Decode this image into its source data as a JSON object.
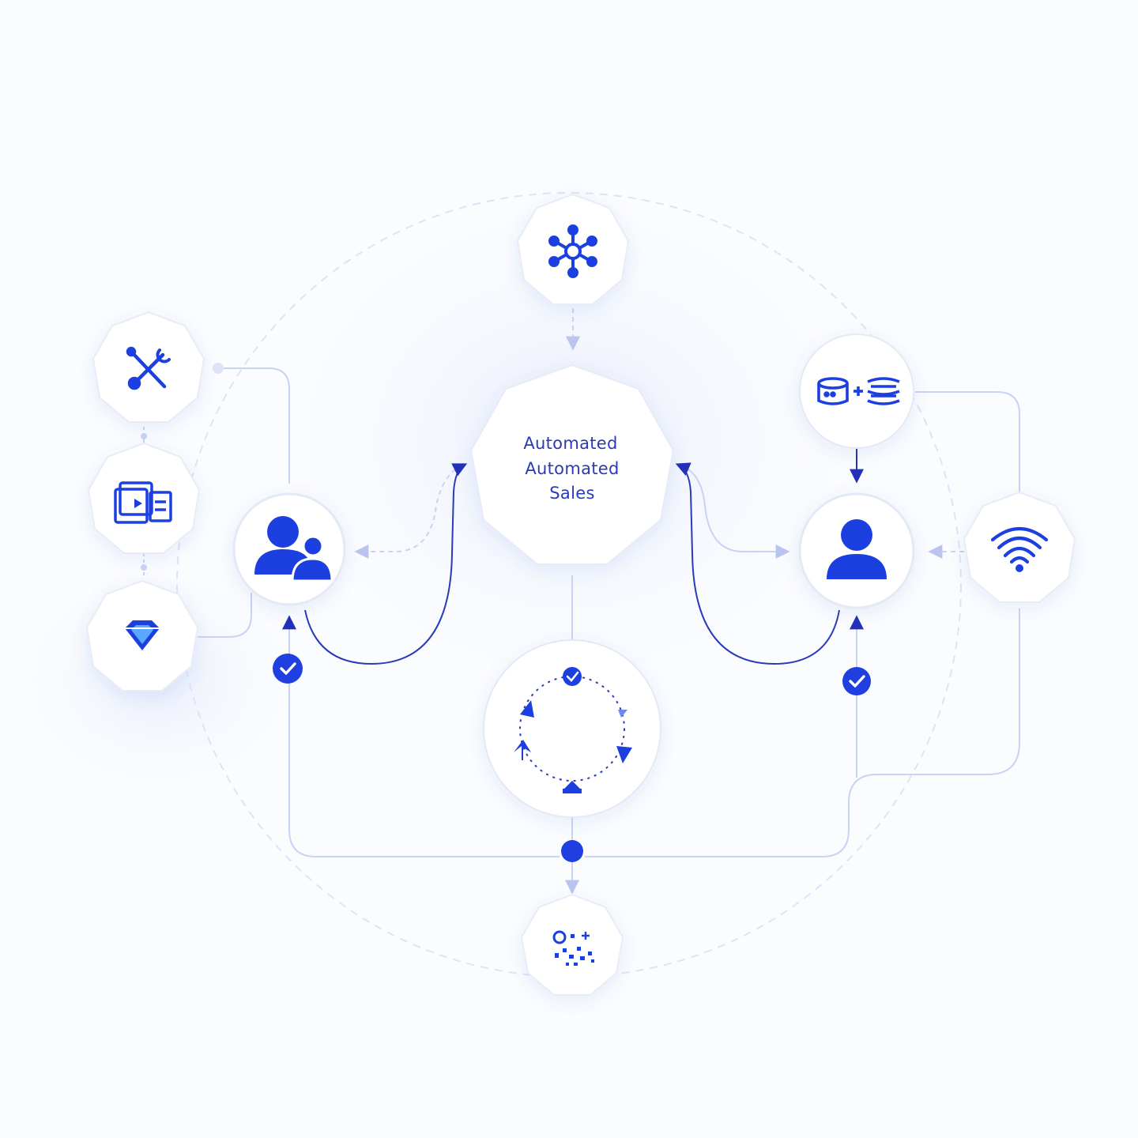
{
  "colors": {
    "accent": "#1f3fe0",
    "accent_dark": "#2430b8",
    "line": "#c9d3f3",
    "line_dark": "#2a3bb8",
    "node_fill": "#ffffff",
    "node_stroke": "#e6ebf7",
    "background": "#fbfcfe"
  },
  "hub": {
    "label_line_1": "Automated",
    "label_line_2": "Automated",
    "label_line_3": "Sales"
  },
  "nodes": {
    "top": {
      "icon": "network-hub-icon"
    },
    "tools": {
      "icon": "tools-icon"
    },
    "media": {
      "icon": "media-player-icon"
    },
    "gem": {
      "icon": "gem-icon"
    },
    "team": {
      "icon": "user-group-icon"
    },
    "database": {
      "icon": "database-sync-icon"
    },
    "user": {
      "icon": "user-icon"
    },
    "wifi": {
      "icon": "wifi-icon"
    },
    "cycle": {
      "icon": "cycle-arrows-icon"
    },
    "bottom": {
      "icon": "scatter-glyphs-icon"
    }
  },
  "status": {
    "left_check": "check-circle-icon",
    "right_check": "check-circle-icon"
  }
}
